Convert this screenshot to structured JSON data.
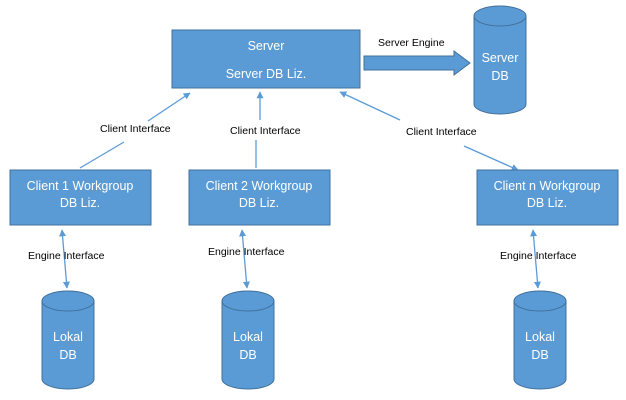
{
  "colors": {
    "fill": "#5B9BD5",
    "stroke": "#41719C",
    "arrow": "#5B9BD5",
    "text": "#FFFFFF",
    "edge_text": "#000000"
  },
  "server": {
    "title": "Server",
    "subtitle": "Server DB Liz."
  },
  "server_db": {
    "line1": "Server",
    "line2": "DB"
  },
  "server_engine_label": "Server Engine",
  "clients": [
    {
      "line1": "Client 1 Workgroup",
      "line2": "DB Liz."
    },
    {
      "line1": "Client 2 Workgroup",
      "line2": "DB Liz."
    },
    {
      "line1": "Client n Workgroup",
      "line2": "DB Liz."
    }
  ],
  "client_interface_labels": [
    "Client Interface",
    "Client Interface",
    "Client Interface"
  ],
  "engine_interface_labels": [
    "Engine Interface",
    "Engine Interface",
    "Engine Interface"
  ],
  "local_dbs": [
    {
      "line1": "Lokal",
      "line2": "DB"
    },
    {
      "line1": "Lokal",
      "line2": "DB"
    },
    {
      "line1": "Lokal",
      "line2": "DB"
    }
  ]
}
